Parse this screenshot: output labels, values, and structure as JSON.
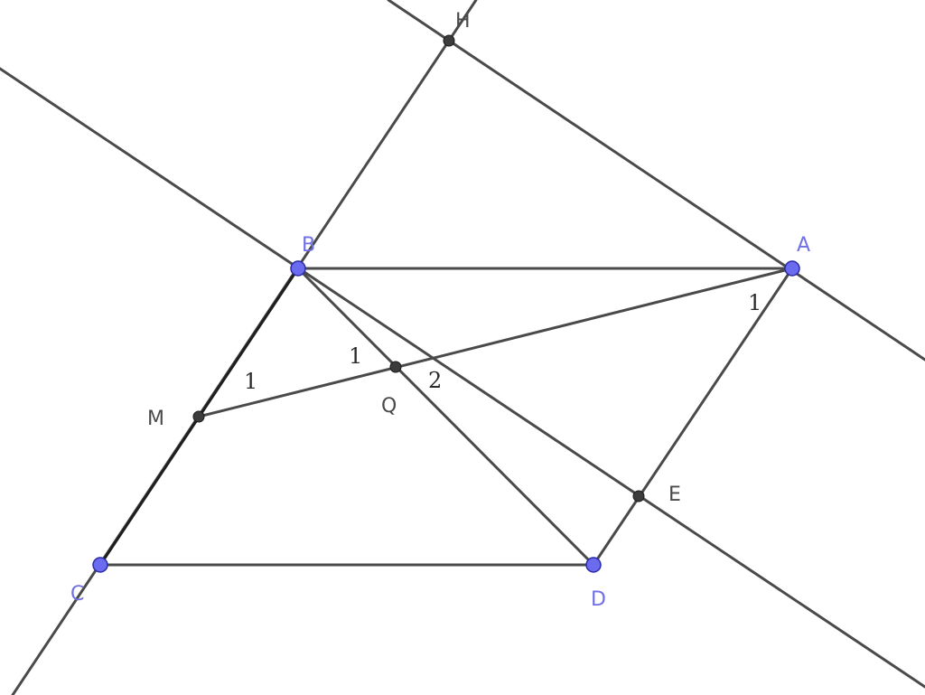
{
  "points": {
    "A": {
      "label": "A",
      "color": "#6b6bf0"
    },
    "B": {
      "label": "B",
      "color": "#6b6bf0"
    },
    "C": {
      "label": "C",
      "color": "#6b6bf0"
    },
    "D": {
      "label": "D",
      "color": "#6b6bf0"
    },
    "H": {
      "label": "H",
      "color": "#3c3c3c"
    },
    "M": {
      "label": "M",
      "color": "#3c3c3c"
    },
    "Q": {
      "label": "Q",
      "color": "#3c3c3c"
    },
    "E": {
      "label": "E",
      "color": "#3c3c3c"
    }
  },
  "angle_labels": {
    "angle_M": "1",
    "angle_B1": "1",
    "angle_B2": "2",
    "angle_A": "1"
  }
}
